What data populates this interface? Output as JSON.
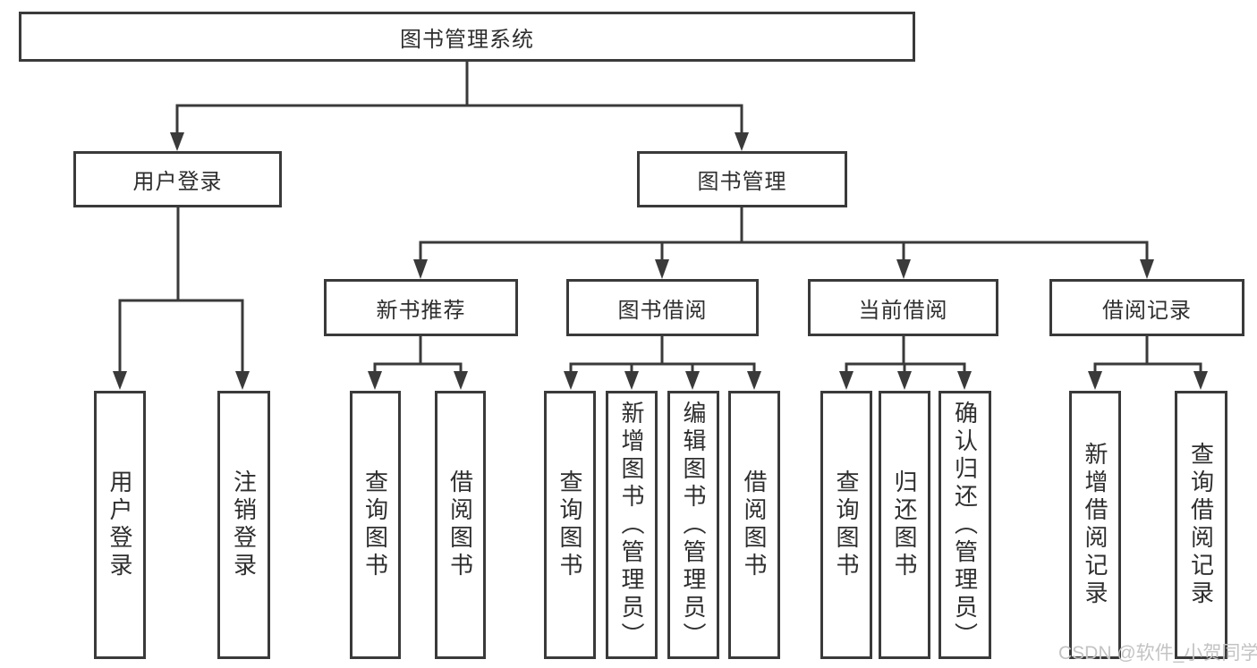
{
  "diagram": {
    "type": "hierarchy",
    "tree": {
      "label": "图书管理系统",
      "children": [
        {
          "label": "用户登录",
          "children": [
            {
              "label": "用户登录"
            },
            {
              "label": "注销登录"
            }
          ]
        },
        {
          "label": "图书管理",
          "children": [
            {
              "label": "新书推荐",
              "children": [
                {
                  "label": "查询图书"
                },
                {
                  "label": "借阅图书"
                }
              ]
            },
            {
              "label": "图书借阅",
              "children": [
                {
                  "label": "查询图书"
                },
                {
                  "label": "新增图书（管理员）"
                },
                {
                  "label": "编辑图书（管理员）"
                },
                {
                  "label": "借阅图书"
                }
              ]
            },
            {
              "label": "当前借阅",
              "children": [
                {
                  "label": "查询图书"
                },
                {
                  "label": "归还图书"
                },
                {
                  "label": "确认归还（管理员）"
                }
              ]
            },
            {
              "label": "借阅记录",
              "children": [
                {
                  "label": "新增借阅记录"
                },
                {
                  "label": "查询借阅记录"
                }
              ]
            }
          ]
        }
      ]
    },
    "watermark": "CSDN @软件_小贺同学"
  },
  "colors": {
    "line": "#3a3a3a",
    "text": "#2e2e2e",
    "box_background": "#ffffff",
    "page_background": "#ffffff",
    "watermark": "#c3c3c3"
  }
}
